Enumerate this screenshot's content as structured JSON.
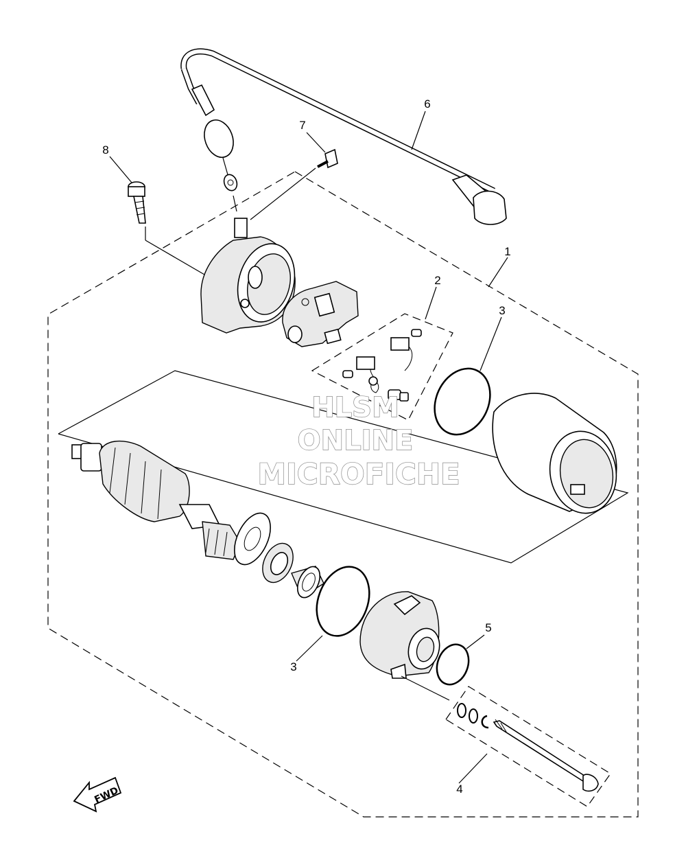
{
  "callouts": [
    "1",
    "2",
    "3",
    "3",
    "4",
    "5",
    "6",
    "7",
    "8"
  ],
  "watermark": {
    "line1": "HLSM",
    "line2": "ONLINE",
    "line3": "MICROFICHE"
  },
  "direction_label": "FWD"
}
